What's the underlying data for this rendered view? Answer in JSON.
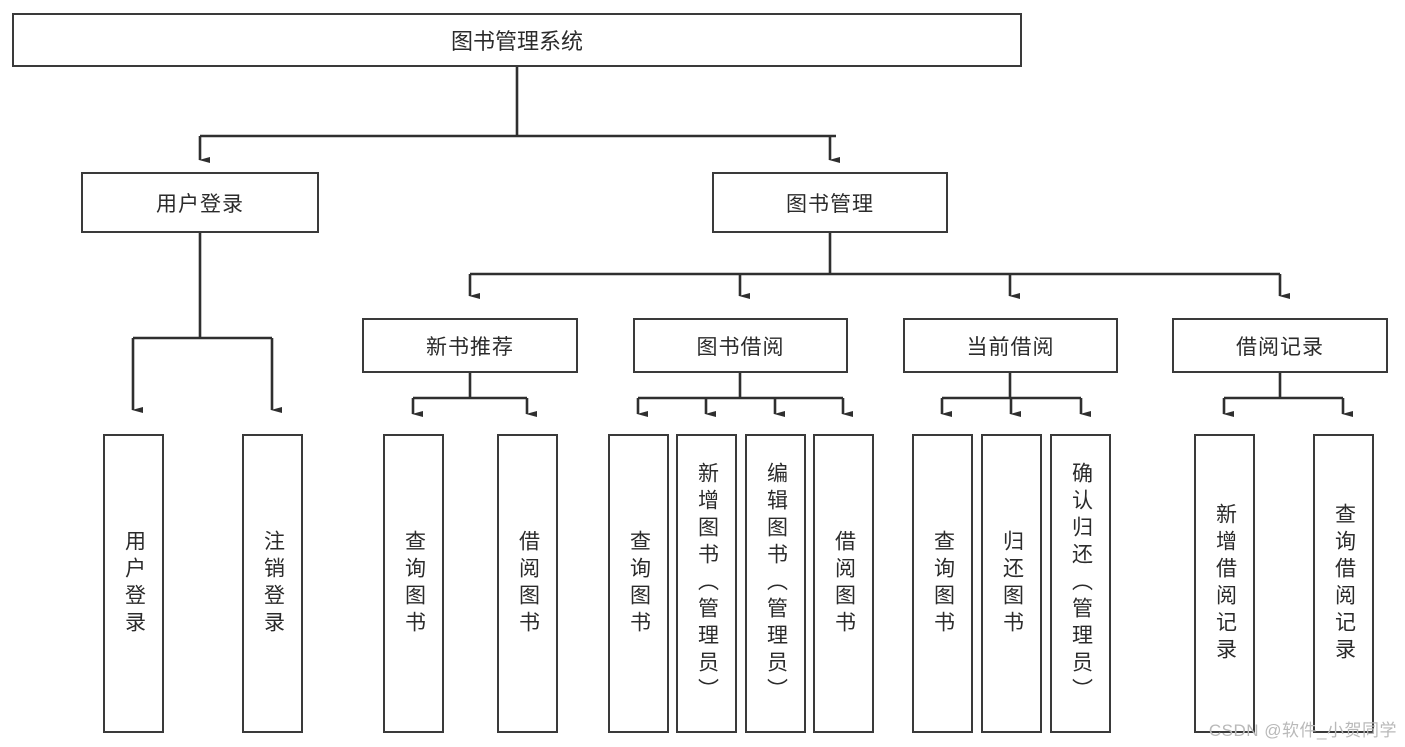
{
  "diagram": {
    "type": "tree-hierarchy",
    "title": "图书管理系统",
    "colors": {
      "stroke": "#3a3a3a",
      "fill": "#ffffff",
      "text": "#2b2b2b",
      "watermark": "#b9b9b9"
    },
    "root": {
      "label": "图书管理系统"
    },
    "level2": [
      {
        "id": "user-login",
        "label": "用户登录"
      },
      {
        "id": "book-manage",
        "label": "图书管理"
      }
    ],
    "level3": [
      {
        "id": "new-book-rec",
        "label": "新书推荐",
        "parent": "book-manage"
      },
      {
        "id": "book-borrow",
        "label": "图书借阅",
        "parent": "book-manage"
      },
      {
        "id": "current-borrow",
        "label": "当前借阅",
        "parent": "book-manage"
      },
      {
        "id": "borrow-record",
        "label": "借阅记录",
        "parent": "book-manage"
      }
    ],
    "leaves": [
      {
        "id": "leaf-user-login",
        "label": "用户登录",
        "parent": "user-login"
      },
      {
        "id": "leaf-logout",
        "label": "注销登录",
        "parent": "user-login"
      },
      {
        "id": "leaf-query-book-1",
        "label": "查询图书",
        "parent": "new-book-rec"
      },
      {
        "id": "leaf-borrow-book-1",
        "label": "借阅图书",
        "parent": "new-book-rec"
      },
      {
        "id": "leaf-query-book-2",
        "label": "查询图书",
        "parent": "book-borrow"
      },
      {
        "id": "leaf-add-book",
        "label": "新增图书（管理员）",
        "parent": "book-borrow"
      },
      {
        "id": "leaf-edit-book",
        "label": "编辑图书（管理员）",
        "parent": "book-borrow"
      },
      {
        "id": "leaf-borrow-book-2",
        "label": "借阅图书",
        "parent": "book-borrow"
      },
      {
        "id": "leaf-query-book-3",
        "label": "查询图书",
        "parent": "current-borrow"
      },
      {
        "id": "leaf-return-book",
        "label": "归还图书",
        "parent": "current-borrow"
      },
      {
        "id": "leaf-confirm-return",
        "label": "确认归还（管理员）",
        "parent": "current-borrow"
      },
      {
        "id": "leaf-add-record",
        "label": "新增借阅记录",
        "parent": "borrow-record"
      },
      {
        "id": "leaf-query-record",
        "label": "查询借阅记录",
        "parent": "borrow-record"
      }
    ],
    "watermark": "CSDN @软件_小贺同学"
  }
}
